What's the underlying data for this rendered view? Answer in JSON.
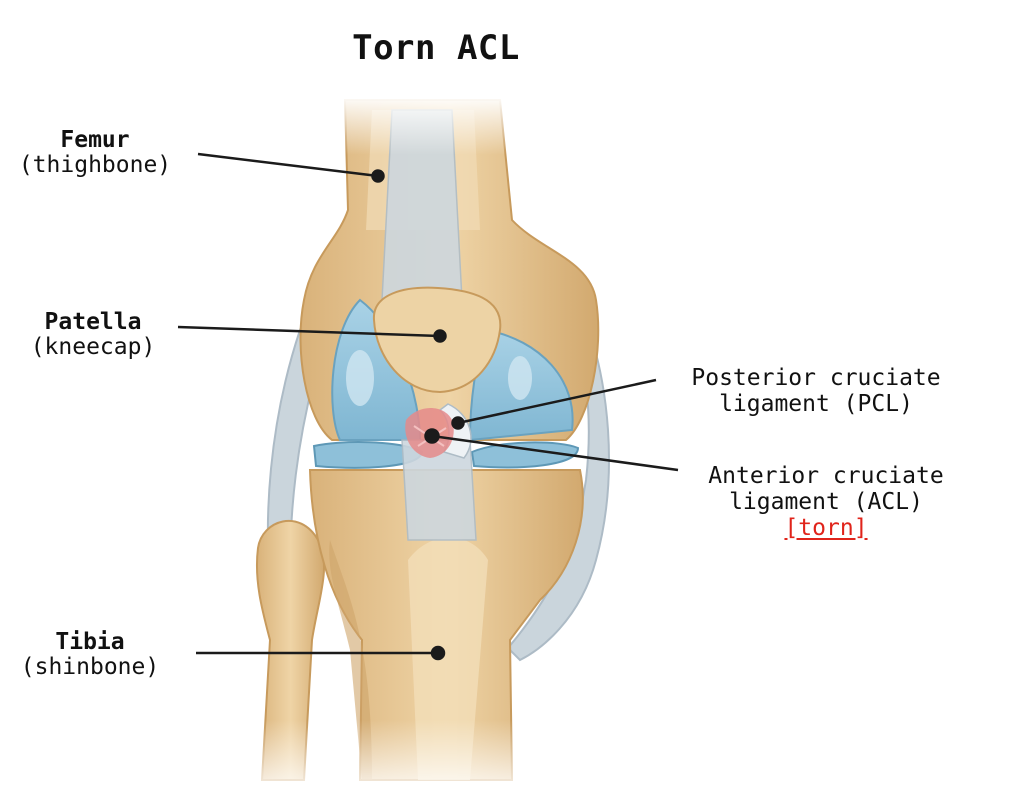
{
  "title": "Torn ACL",
  "labels": {
    "femur": {
      "name": "Femur",
      "sub": "(thighbone)"
    },
    "patella": {
      "name": "Patella",
      "sub": "(kneecap)"
    },
    "tibia": {
      "name": "Tibia",
      "sub": "(shinbone)"
    },
    "pcl": {
      "line1": "Posterior cruciate",
      "line2": "ligament (PCL)"
    },
    "acl": {
      "line1": "Anterior cruciate",
      "line2": "ligament (ACL)",
      "status": "[torn]"
    }
  },
  "colors": {
    "bone": "#e8cb9a",
    "bone_shade": "#cfa56a",
    "cartilage": "#9fcbe0",
    "ligament": "#cdd7de",
    "acl_tear": "#e58a8a",
    "torn_text": "#e0241b"
  }
}
